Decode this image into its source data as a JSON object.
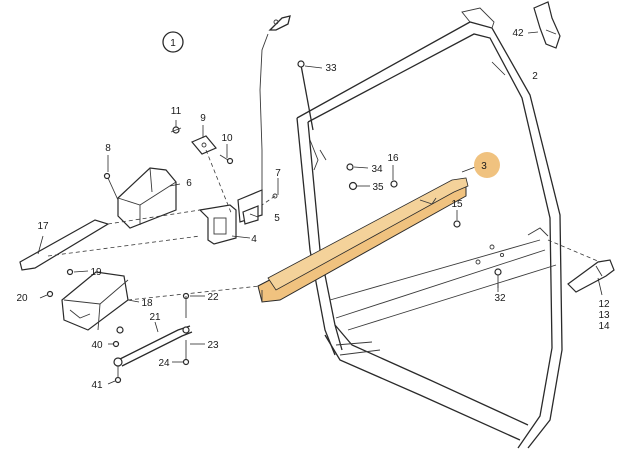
{
  "diagram": {
    "view_number": "1",
    "highlight_color": "#f0c27f",
    "callouts": {
      "c2": "2",
      "c3": "3",
      "c4": "4",
      "c5": "5",
      "c6": "6",
      "c7": "7",
      "c8": "8",
      "c9": "9",
      "c10": "10",
      "c11": "11",
      "c12": "12",
      "c13": "13",
      "c14": "14",
      "c15": "15",
      "c16": "16",
      "c17": "17",
      "c18": "18",
      "c19": "19",
      "c20": "20",
      "c21": "21",
      "c22": "22",
      "c23": "23",
      "c24": "24",
      "c32": "32",
      "c33": "33",
      "c34": "34",
      "c35": "35",
      "c40": "40",
      "c41": "41",
      "c42": "42"
    }
  }
}
